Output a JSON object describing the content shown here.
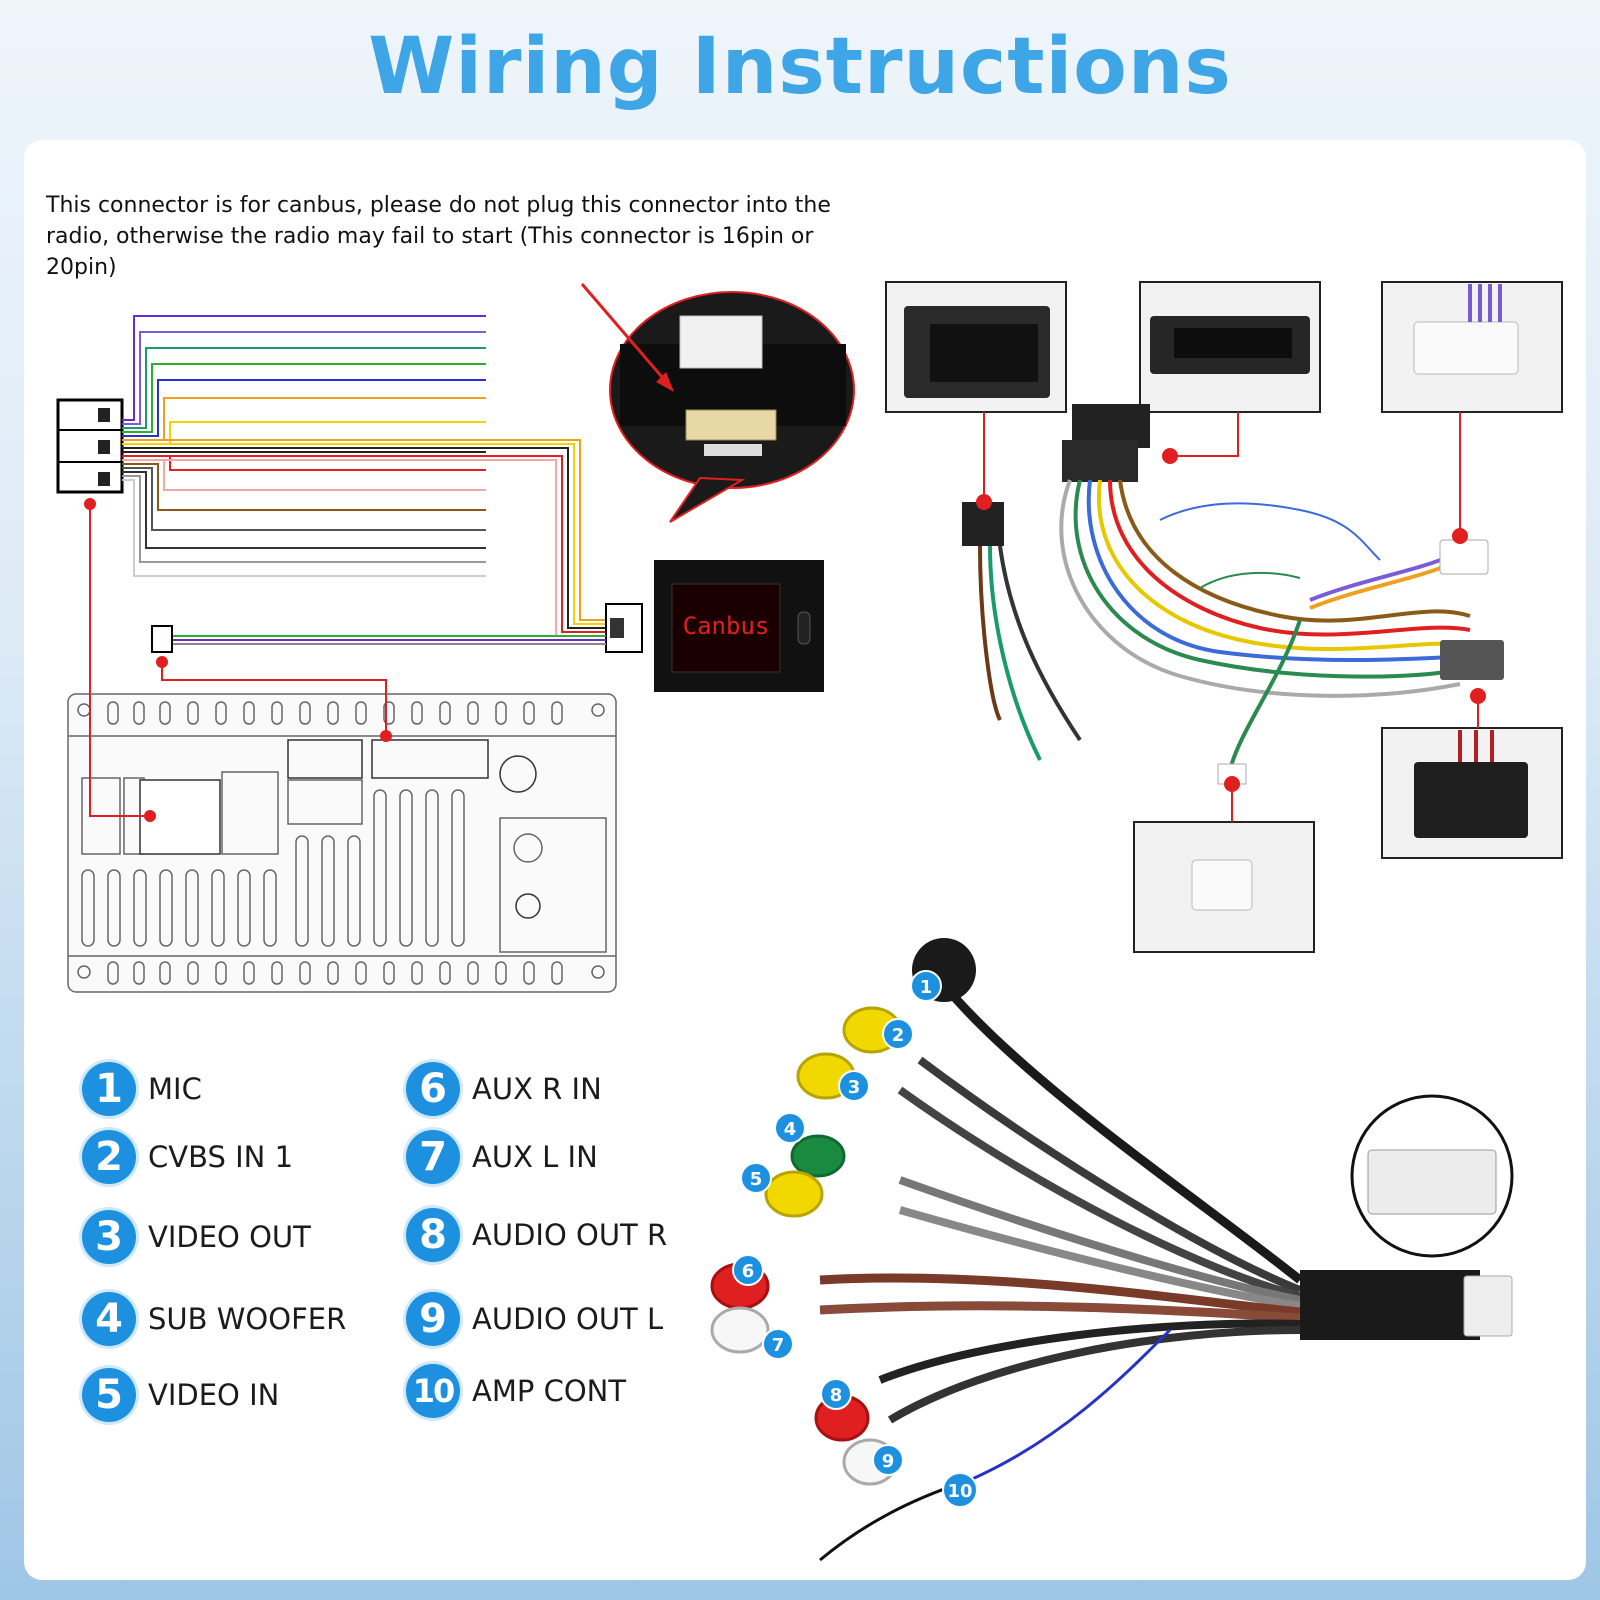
{
  "title": "Wiring Instructions",
  "canbus_note": "This connector is for canbus, please do not plug this connector into the radio, otherwise the radio may fail to start (This connector is 16pin or 20pin)",
  "canbus_box_label": "Canbus",
  "legend": [
    {
      "num": "1",
      "label": "MIC"
    },
    {
      "num": "2",
      "label": "CVBS IN 1"
    },
    {
      "num": "3",
      "label": "VIDEO OUT"
    },
    {
      "num": "4",
      "label": "SUB WOOFER"
    },
    {
      "num": "5",
      "label": "VIDEO IN"
    },
    {
      "num": "6",
      "label": "AUX R IN"
    },
    {
      "num": "7",
      "label": "AUX L IN"
    },
    {
      "num": "8",
      "label": "AUDIO OUT R"
    },
    {
      "num": "9",
      "label": "AUDIO OUT L"
    },
    {
      "num": "10",
      "label": "AMP CONT"
    }
  ],
  "cable_tags": [
    "1",
    "2",
    "3",
    "4",
    "5",
    "6",
    "7",
    "8",
    "9",
    "10"
  ],
  "colors": {
    "title": "#3ea6e6",
    "badge": "#1e90e0",
    "pointer": "#e02020"
  }
}
